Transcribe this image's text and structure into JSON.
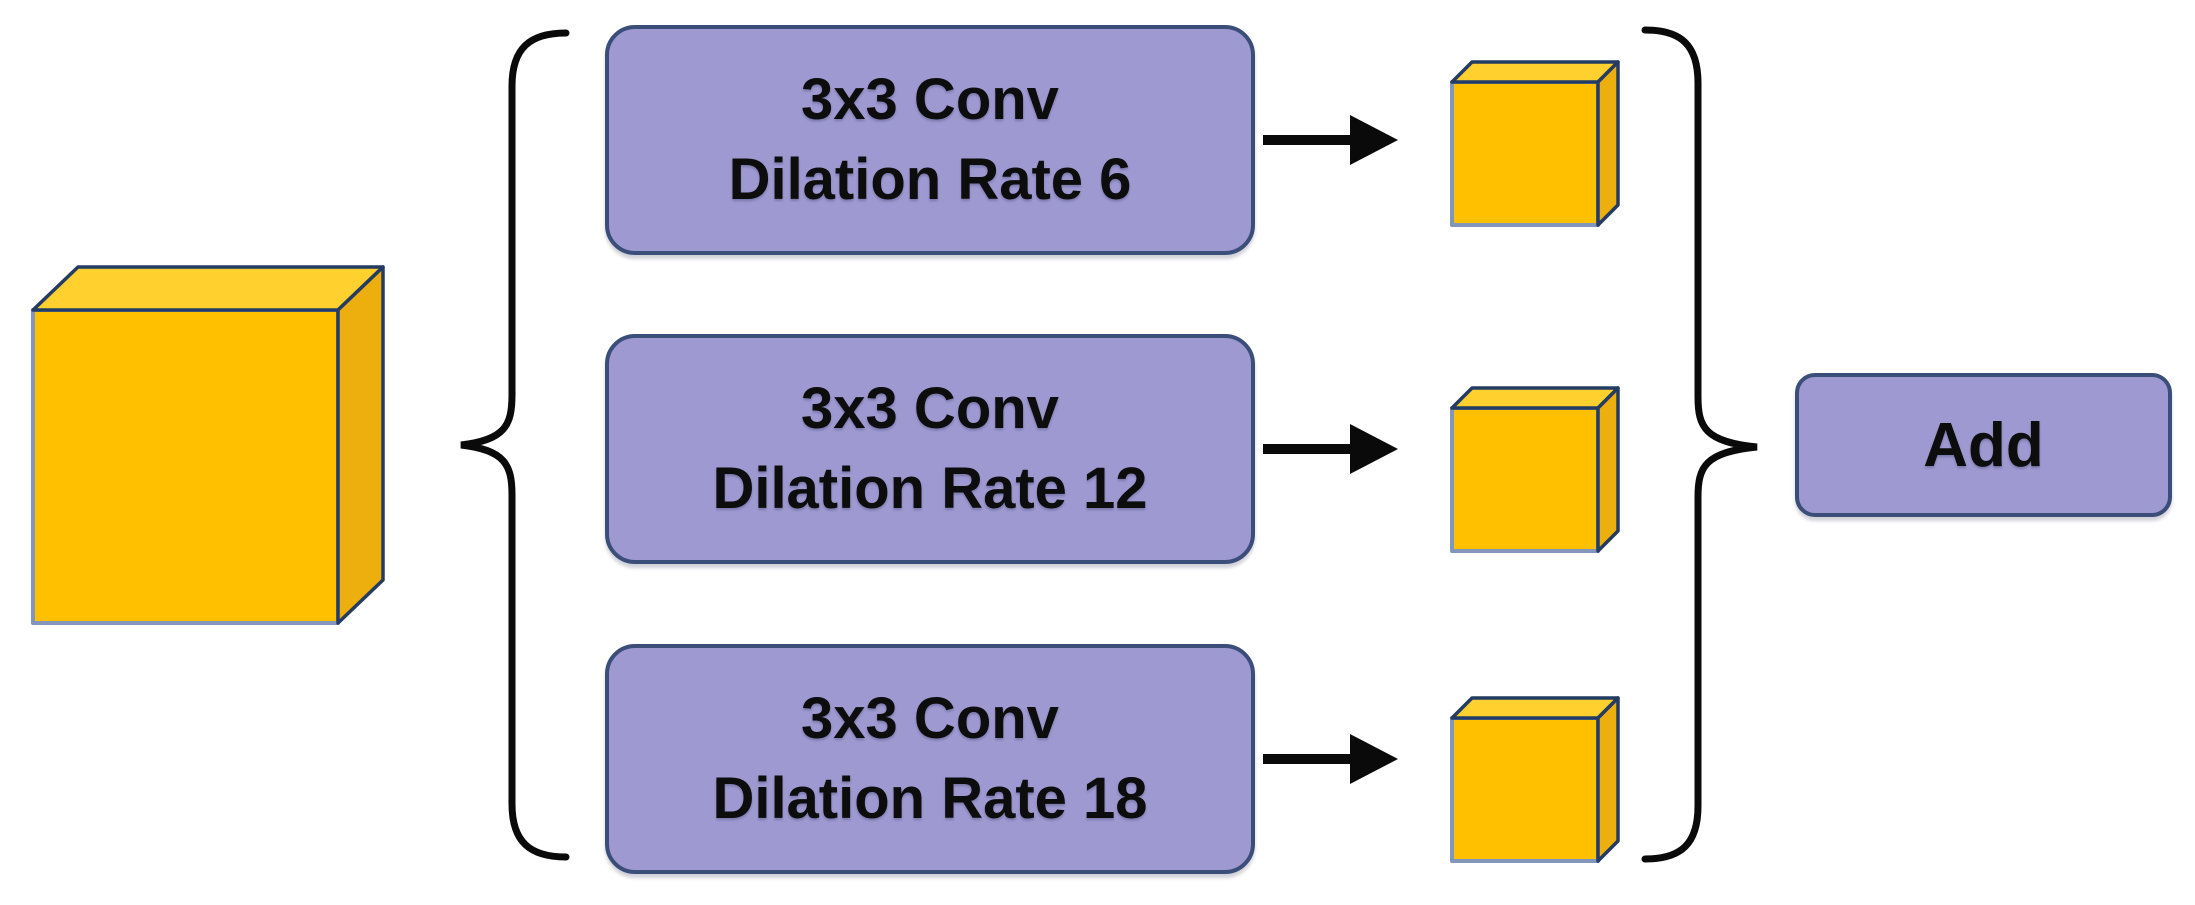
{
  "diagram": {
    "type": "neural-network-module",
    "description_visible_text_only": true,
    "branches": [
      {
        "line1": "3x3 Conv",
        "line2": "Dilation Rate 6"
      },
      {
        "line1": "3x3 Conv",
        "line2": "Dilation Rate 12"
      },
      {
        "line1": "3x3 Conv",
        "line2": "Dilation Rate 18"
      }
    ],
    "output": {
      "label": "Add"
    }
  },
  "colors": {
    "background": "#ffffff",
    "cube_front": "#FFC000",
    "cube_top": "#FFD02E",
    "cube_side": "#EDAF0E",
    "cube_edge_dark": "#243B62",
    "cube_edge_light": "#8296B9",
    "box_fill": "#9E99D0",
    "box_border": "#3B4E79",
    "connector": "#0A0A0A",
    "text_color": "#0D0D0D"
  }
}
